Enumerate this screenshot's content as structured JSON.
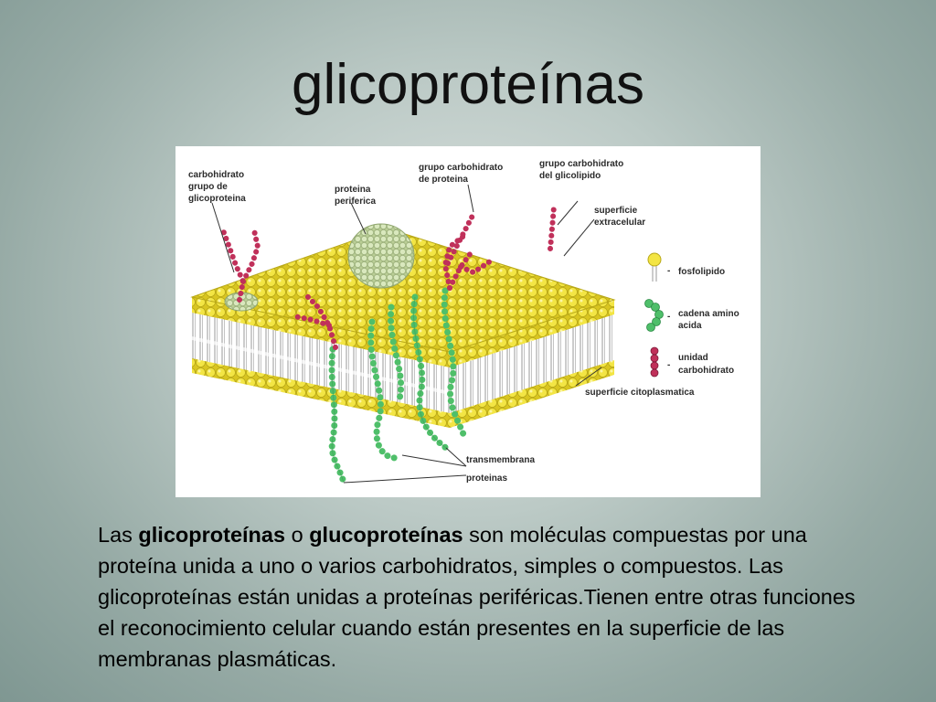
{
  "slide": {
    "title": "glicoproteínas"
  },
  "diagram": {
    "labels": {
      "carb_glyco_1": "carbohidrato",
      "carb_glyco_2": "grupo de",
      "carb_glyco_3": "glicoproteina",
      "peripheral_1": "proteina",
      "peripheral_2": "periferica",
      "carb_protein_1": "grupo carbohidrato",
      "carb_protein_2": "de proteina",
      "carb_lipid_1": "grupo carbohidrato",
      "carb_lipid_2": "del glicolipido",
      "extracellular_1": "superficie",
      "extracellular_2": "extracelular",
      "legend_phospholipid": "fosfolipido",
      "legend_amino_1": "cadena amino",
      "legend_amino_2": "acida",
      "legend_carb_1": "unidad",
      "legend_carb_2": "carbohidrato",
      "legend_dash": "-",
      "cytoplasmic": "superficie citoplasmatica",
      "transmembrane_1": "transmembrana",
      "transmembrane_2": "proteinas"
    },
    "colors": {
      "phospholipid_head": "#f0e23a",
      "phospholipid_edge": "#b8a818",
      "amino_chain": "#4fbf6a",
      "amino_edge": "#2a8a44",
      "carbohydrate": "#c0305a",
      "carbohydrate_edge": "#7a1a38",
      "peripheral_protein": "#cfe0ae"
    }
  },
  "text": {
    "p1": "Las ",
    "b1": "glicoproteínas",
    "p2": " o ",
    "b2": "glucoproteínas",
    "p3": " son moléculas compuestas por una proteína unida a uno o varios carbohidratos, simples o compuestos.  Las glicoproteínas están unidas a proteínas periféricas.Tienen entre otras funciones el reconocimiento celular cuando están presentes en la superficie de las membranas plasmáticas."
  }
}
